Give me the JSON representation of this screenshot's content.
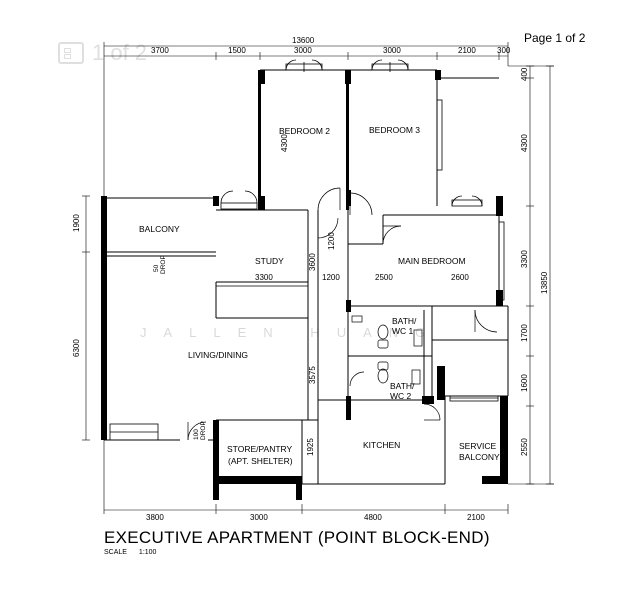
{
  "page_indicator": "Page 1 of 2",
  "ghost_pager": "1 of 2",
  "watermark": "JALLEN HUANG",
  "title": "EXECUTIVE APARTMENT (POINT BLOCK-END)",
  "scale_label": "SCALE",
  "scale_value": "1:100",
  "dimensions": {
    "total_width": "13600",
    "top": [
      "3700",
      "1500",
      "3000",
      "3000",
      "2100",
      "300"
    ],
    "bottom": [
      "3800",
      "3000",
      "4800",
      "2100"
    ],
    "left": [
      "1900",
      "6300"
    ],
    "right": [
      "400",
      "4300",
      "3300",
      "1700",
      "1600",
      "2550"
    ],
    "total_height": "13850",
    "inner": {
      "bedroom2_depth": "4300",
      "study_width": "3300",
      "corridor_width": "1200",
      "corridor_height": "1200",
      "study_depth": "3600",
      "main_bedroom_a": "2500",
      "main_bedroom_b": "2600",
      "living_depth": "3575",
      "store_width": "1925"
    }
  },
  "rooms": {
    "bedroom2": "BEDROOM 2",
    "bedroom3": "BEDROOM 3",
    "balcony": "BALCONY",
    "study": "STUDY",
    "main_bedroom": "MAIN BEDROOM",
    "bath_wc1_a": "BATH/",
    "bath_wc1_b": "WC 1",
    "bath_wc2_a": "BATH/",
    "bath_wc2_b": "WC 2",
    "living_dining": "LIVING/DINING",
    "store_pantry_a": "STORE/PANTRY",
    "store_pantry_b": "(APT. SHELTER)",
    "kitchen": "KITCHEN",
    "service_balcony_a": "SERVICE",
    "service_balcony_b": "BALCONY",
    "drop_50_a": "50",
    "drop_50_b": "DROP",
    "drop_100_a": "100",
    "drop_100_b": "DROP"
  }
}
